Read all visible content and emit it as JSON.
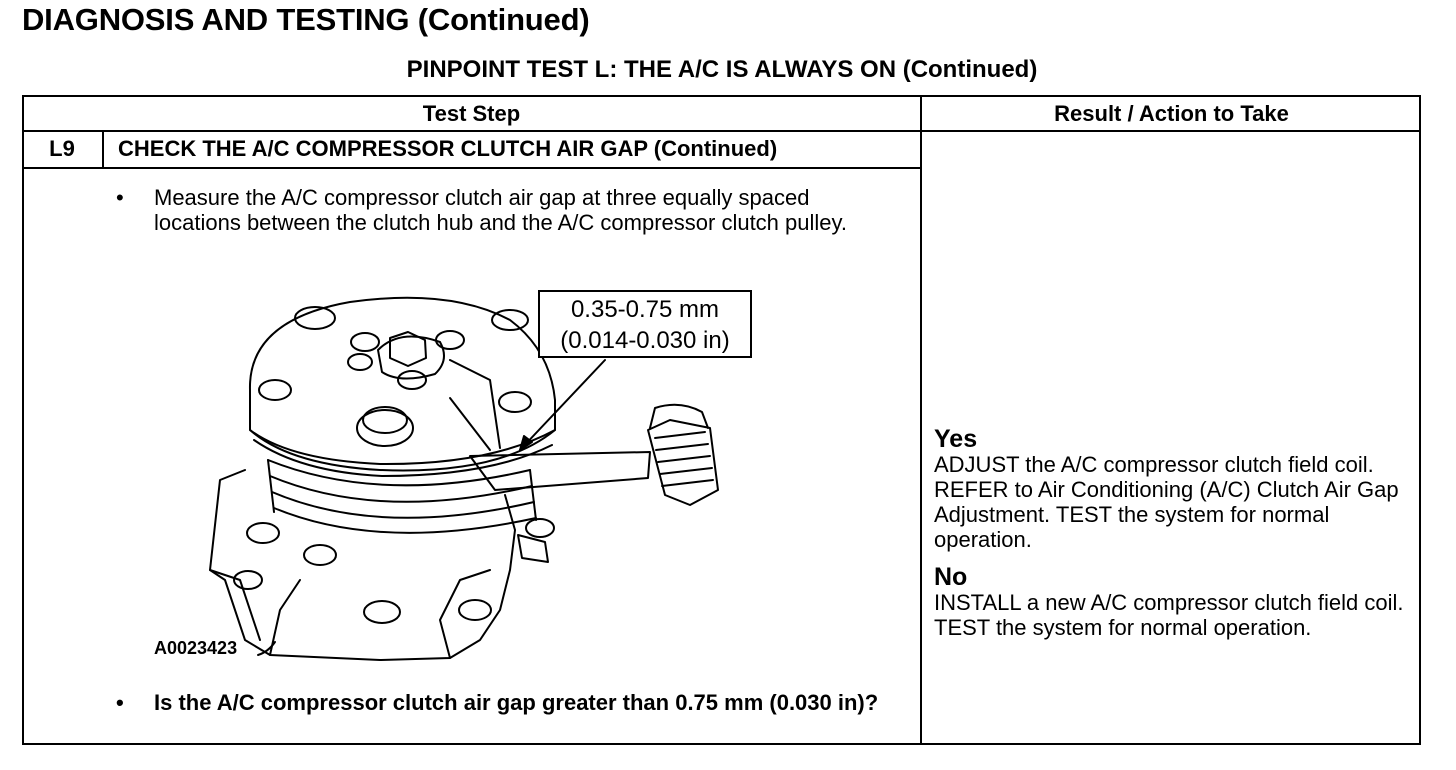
{
  "page_title": "DIAGNOSIS AND TESTING (Continued)",
  "test_title": "PINPOINT TEST  L: THE A/C IS ALWAYS ON (Continued)",
  "table": {
    "col_test_step": "Test Step",
    "col_result": "Result / Action to Take"
  },
  "step": {
    "number": "L9",
    "title": "CHECK THE A/C COMPRESSOR CLUTCH AIR GAP (Continued)",
    "bullet_char": "•",
    "instruction": "Measure the A/C compressor clutch air gap at three equally spaced locations between the clutch hub and the A/C compressor clutch pulley.",
    "question": "Is the A/C compressor clutch air gap greater than 0.75 mm (0.030 in)?"
  },
  "illustration": {
    "callout_line1": "0.35-0.75 mm",
    "callout_line2": "(0.014-0.030 in)",
    "figure_code": "A0023423"
  },
  "results": {
    "yes_label": "Yes",
    "yes_action": "ADJUST the A/C compressor clutch field coil. REFER to Air Conditioning (A/C) Clutch Air Gap Adjustment. TEST the system for normal operation.",
    "no_label": "No",
    "no_action": "INSTALL a new A/C compressor clutch field coil. TEST the system for normal operation."
  }
}
